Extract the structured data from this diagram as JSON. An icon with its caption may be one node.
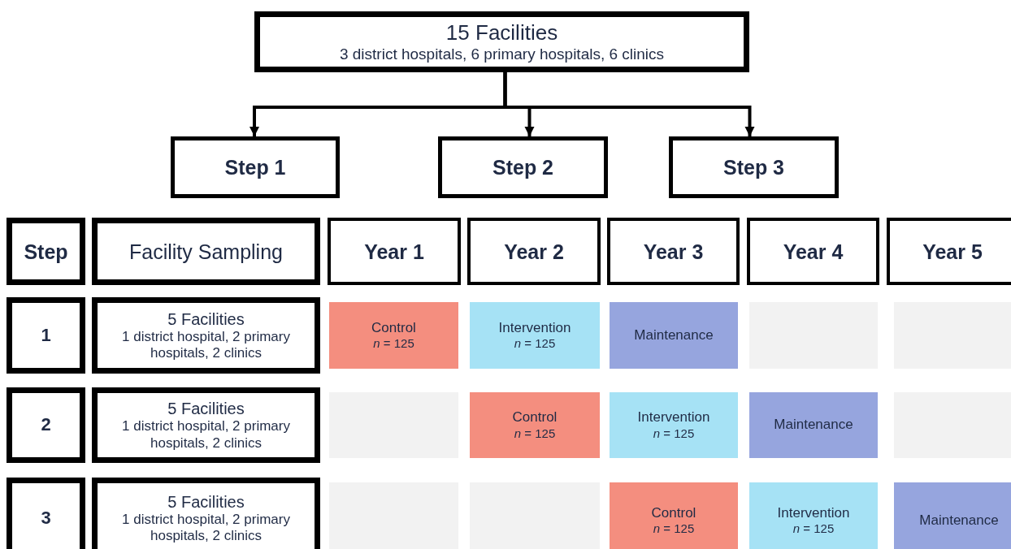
{
  "diagram": {
    "nodes": [
      {
        "text": [
          "15 Facilities",
          "3 district hospitals, 6 primary hospitals, 6 clinics"
        ]
      },
      {
        "text": [
          "Step 1"
        ]
      },
      {
        "text": [
          "Step 2"
        ]
      },
      {
        "text": [
          "Step 3"
        ]
      },
      {
        "text": [
          "Step"
        ]
      },
      {
        "text": [
          "Facility Sampling"
        ]
      },
      {
        "text": [
          "Year 1"
        ]
      },
      {
        "text": [
          "Year 2"
        ]
      },
      {
        "text": [
          "Year 3"
        ]
      },
      {
        "text": [
          "Year 4"
        ]
      },
      {
        "text": [
          "Year 5"
        ]
      },
      {
        "text": [
          "1"
        ]
      },
      {
        "text": [
          "5 Facilities",
          "1 district hospital, 2 primary hospitals, 2 clinics"
        ]
      },
      {
        "text": [
          "Control",
          "*n* = 125"
        ]
      },
      {
        "text": [
          "Intervention",
          "*n* = 125"
        ]
      },
      {
        "text": [
          "Maintenance"
        ]
      },
      {
        "text": [],
        "shape": "box"
      },
      {
        "text": [],
        "shape": "box"
      },
      {
        "text": [
          "2"
        ]
      },
      {
        "text": [
          "5 Facilities",
          "1 district hospital, 2 primary hospitals, 2 clinics"
        ]
      },
      {
        "text": [],
        "shape": "box"
      },
      {
        "text": [
          "Control",
          "*n* = 125"
        ]
      },
      {
        "text": [
          "Intervention",
          "*n* = 125"
        ]
      },
      {
        "text": [
          "Maintenance"
        ]
      },
      {
        "text": [],
        "shape": "box"
      },
      {
        "text": [
          "3"
        ]
      },
      {
        "text": [
          "5 Facilities",
          "1 district hospital, 2 primary hospitals, 2 clinics"
        ]
      },
      {
        "text": [],
        "shape": "box"
      },
      {
        "text": [],
        "shape": "box"
      },
      {
        "text": [
          "Control",
          "*n* = 125"
        ]
      },
      {
        "text": [
          "Intervention",
          "*n* = 125"
        ]
      },
      {
        "text": [
          "Maintenance"
        ]
      }
    ],
    "edges": [
      {
        "from": 0,
        "to": 1,
        "arrow": "to"
      },
      {
        "from": 0,
        "to": 2,
        "arrow": "to"
      },
      {
        "from": 0,
        "to": 3,
        "arrow": "to"
      }
    ]
  }
}
